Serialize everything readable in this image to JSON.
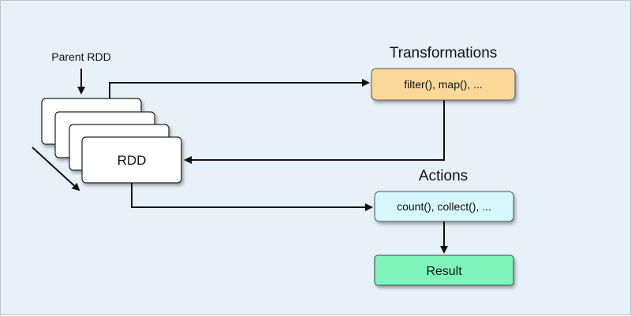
{
  "diagram": {
    "parent_label": "Parent RDD",
    "rdd_label": "RDD",
    "transformations_title": "Transformations",
    "transformations_box": "filter(), map(), ...",
    "actions_title": "Actions",
    "actions_box": "count(), collect(), ...",
    "result_box": "Result"
  },
  "colors": {
    "background": "#e6f1f9",
    "transformations_fill": "#fad89a",
    "actions_fill": "#d6f7fb",
    "result_fill": "#7ef5bd",
    "rdd_fill": "#ffffff"
  }
}
